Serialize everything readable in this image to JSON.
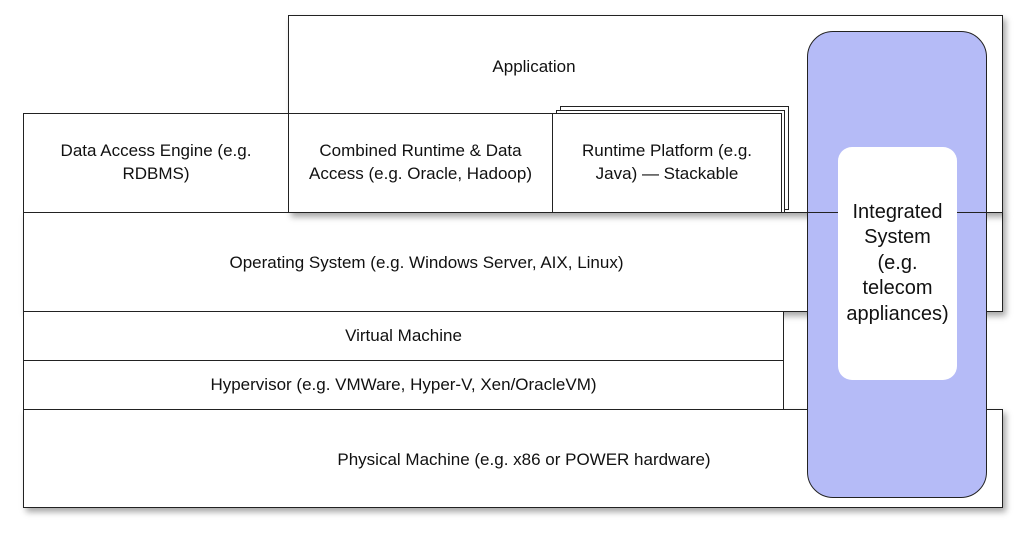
{
  "diagram": {
    "application": "Application",
    "data_access_engine": "Data Access Engine (e.g. RDBMS)",
    "combined_runtime": "Combined Runtime & Data Access (e.g. Oracle, Hadoop)",
    "runtime_platform": "Runtime Platform (e.g. Java) — Stackable",
    "operating_system": "Operating System (e.g. Windows Server, AIX, Linux)",
    "virtual_machine": "Virtual Machine",
    "hypervisor": "Hypervisor (e.g. VMWare, Hyper-V, Xen/OracleVM)",
    "physical_machine": "Physical Machine (e.g. x86 or POWER hardware)",
    "integrated_system": "Integrated System (e.g. telecom appliances)"
  },
  "colors": {
    "integrated_fill": "#b5bbf7",
    "border": "#222222",
    "background": "#ffffff"
  }
}
